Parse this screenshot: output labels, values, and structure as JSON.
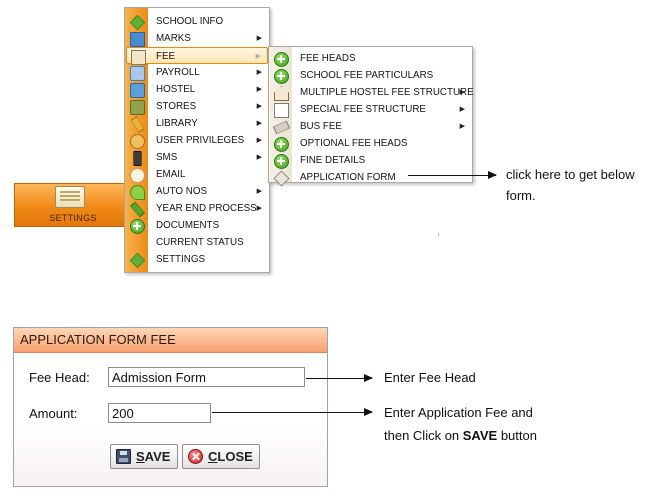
{
  "settings_button": {
    "label": "SETTINGS"
  },
  "main_menu": {
    "items": [
      {
        "label": "SCHOOL INFO",
        "icon": "diamond-icon"
      },
      {
        "label": "MARKS",
        "icon": "doc-icon",
        "submenu": true
      },
      {
        "label": "FEE",
        "icon": "fee-icon",
        "submenu": true,
        "highlighted": true
      },
      {
        "label": "PAYROLL",
        "icon": "payroll-icon",
        "submenu": true
      },
      {
        "label": "HOSTEL",
        "icon": "hostel-icon",
        "submenu": true
      },
      {
        "label": "STORES",
        "icon": "stores-icon",
        "submenu": true
      },
      {
        "label": "LIBRARY",
        "icon": "library-icon",
        "submenu": true
      },
      {
        "label": "USER PRIVILEGES",
        "icon": "user-icon",
        "submenu": true
      },
      {
        "label": "SMS",
        "icon": "phone-icon",
        "submenu": true
      },
      {
        "label": "EMAIL",
        "icon": "mail-icon"
      },
      {
        "label": "AUTO NOS",
        "icon": "auto-icon",
        "submenu": true
      },
      {
        "label": "YEAR END PROCESS",
        "icon": "year-icon",
        "submenu": true
      },
      {
        "label": "DOCUMENTS",
        "icon": "plus-icon"
      },
      {
        "label": "CURRENT STATUS",
        "icon": "none"
      },
      {
        "label": "SETTINGS",
        "icon": "diamond-icon"
      }
    ]
  },
  "fee_submenu": {
    "items": [
      {
        "label": "FEE HEADS",
        "icon": "plus-icon"
      },
      {
        "label": "SCHOOL FEE PARTICULARS",
        "icon": "plus-icon"
      },
      {
        "label": "MULTIPLE HOSTEL FEE STRUCTURE",
        "icon": "house-icon",
        "submenu": true
      },
      {
        "label": "SPECIAL FEE STRUCTURE",
        "icon": "list-icon",
        "submenu": true
      },
      {
        "label": "BUS FEE",
        "icon": "bus-icon",
        "submenu": true
      },
      {
        "label": "OPTIONAL FEE HEADS",
        "icon": "plus-icon"
      },
      {
        "label": "FINE DETAILS",
        "icon": "plus-icon"
      },
      {
        "label": "APPLICATION FORM",
        "icon": "pen-icon"
      }
    ]
  },
  "annotations": {
    "menu_note_line1": "click here to get below",
    "menu_note_line2": "form.",
    "fee_head_note": "Enter Fee Head",
    "amount_note_line1": "Enter Application Fee and",
    "amount_note_line2_prefix": "then Click on ",
    "amount_note_line2_bold": "SAVE",
    "amount_note_line2_suffix": " button"
  },
  "form": {
    "title": "APPLICATION FORM FEE",
    "fee_head_label": "Fee Head:",
    "fee_head_value": "Admission Form",
    "amount_label": "Amount:",
    "amount_value": "200",
    "save_label_first": "S",
    "save_label_rest": "AVE",
    "close_label_first": "C",
    "close_label_rest": "LOSE"
  },
  "colors": {
    "menu_strip": "#ee8a14",
    "highlight_border": "#e68a14",
    "form_title_bg": "#f7a16e"
  }
}
